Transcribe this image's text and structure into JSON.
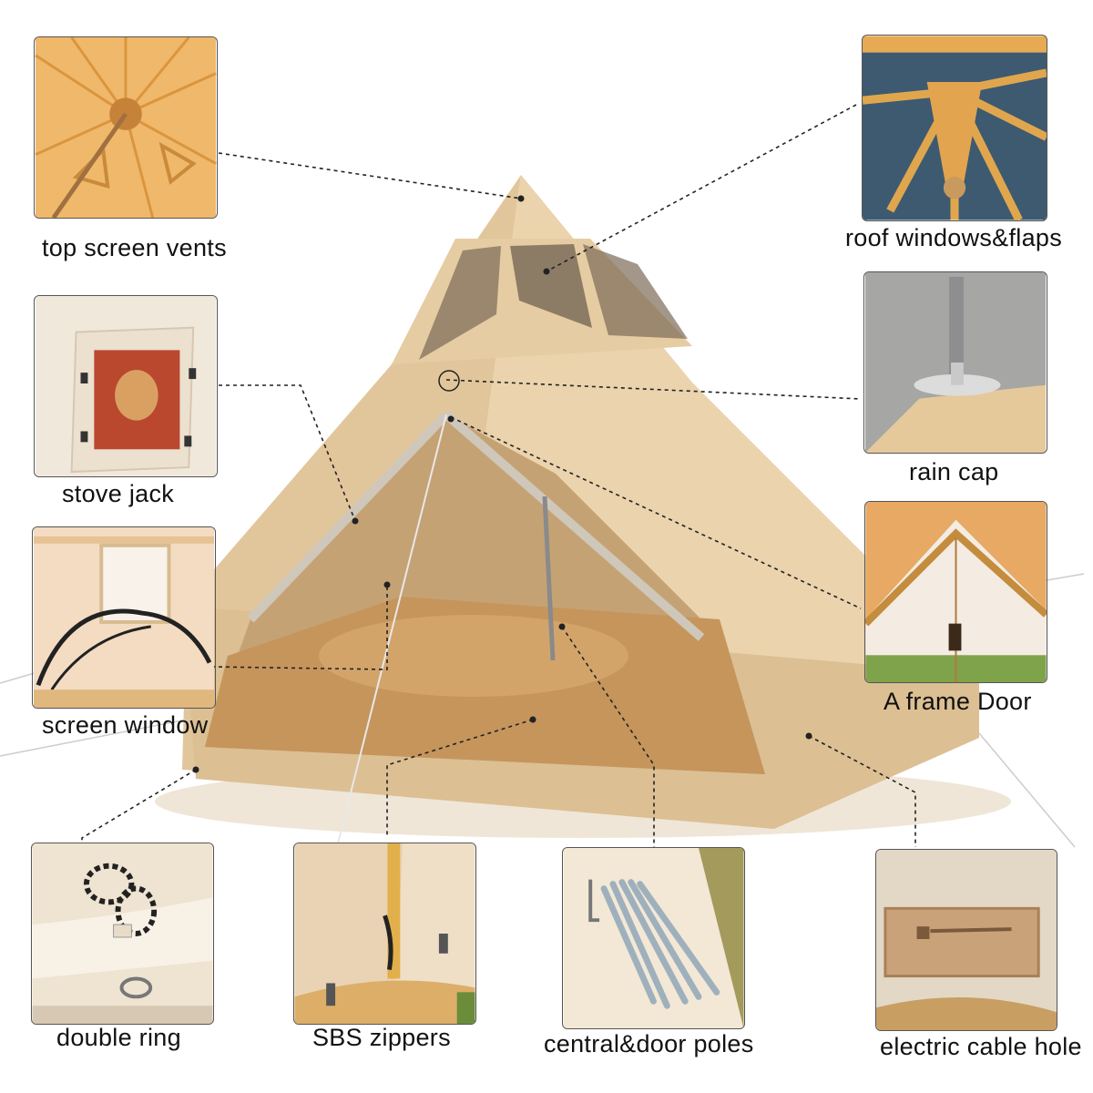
{
  "callouts": {
    "top_screen_vents": "top screen vents",
    "roof_windows_flaps": "roof windows&flaps",
    "stove_jack": "stove jack",
    "rain_cap": "rain cap",
    "screen_window": "screen window",
    "a_frame_door": "A frame Door",
    "double_ring": "double ring",
    "sbs_zippers": "SBS zippers",
    "central_door_poles": "central&door poles",
    "electric_cable_hole": "electric cable hole"
  },
  "colors": {
    "canvas": "#e8cfa6",
    "canvas_shade": "#d9b98a",
    "interior": "#c9a677",
    "floor": "#c89a62",
    "leader_line": "#222222",
    "label_text": "#111111"
  }
}
